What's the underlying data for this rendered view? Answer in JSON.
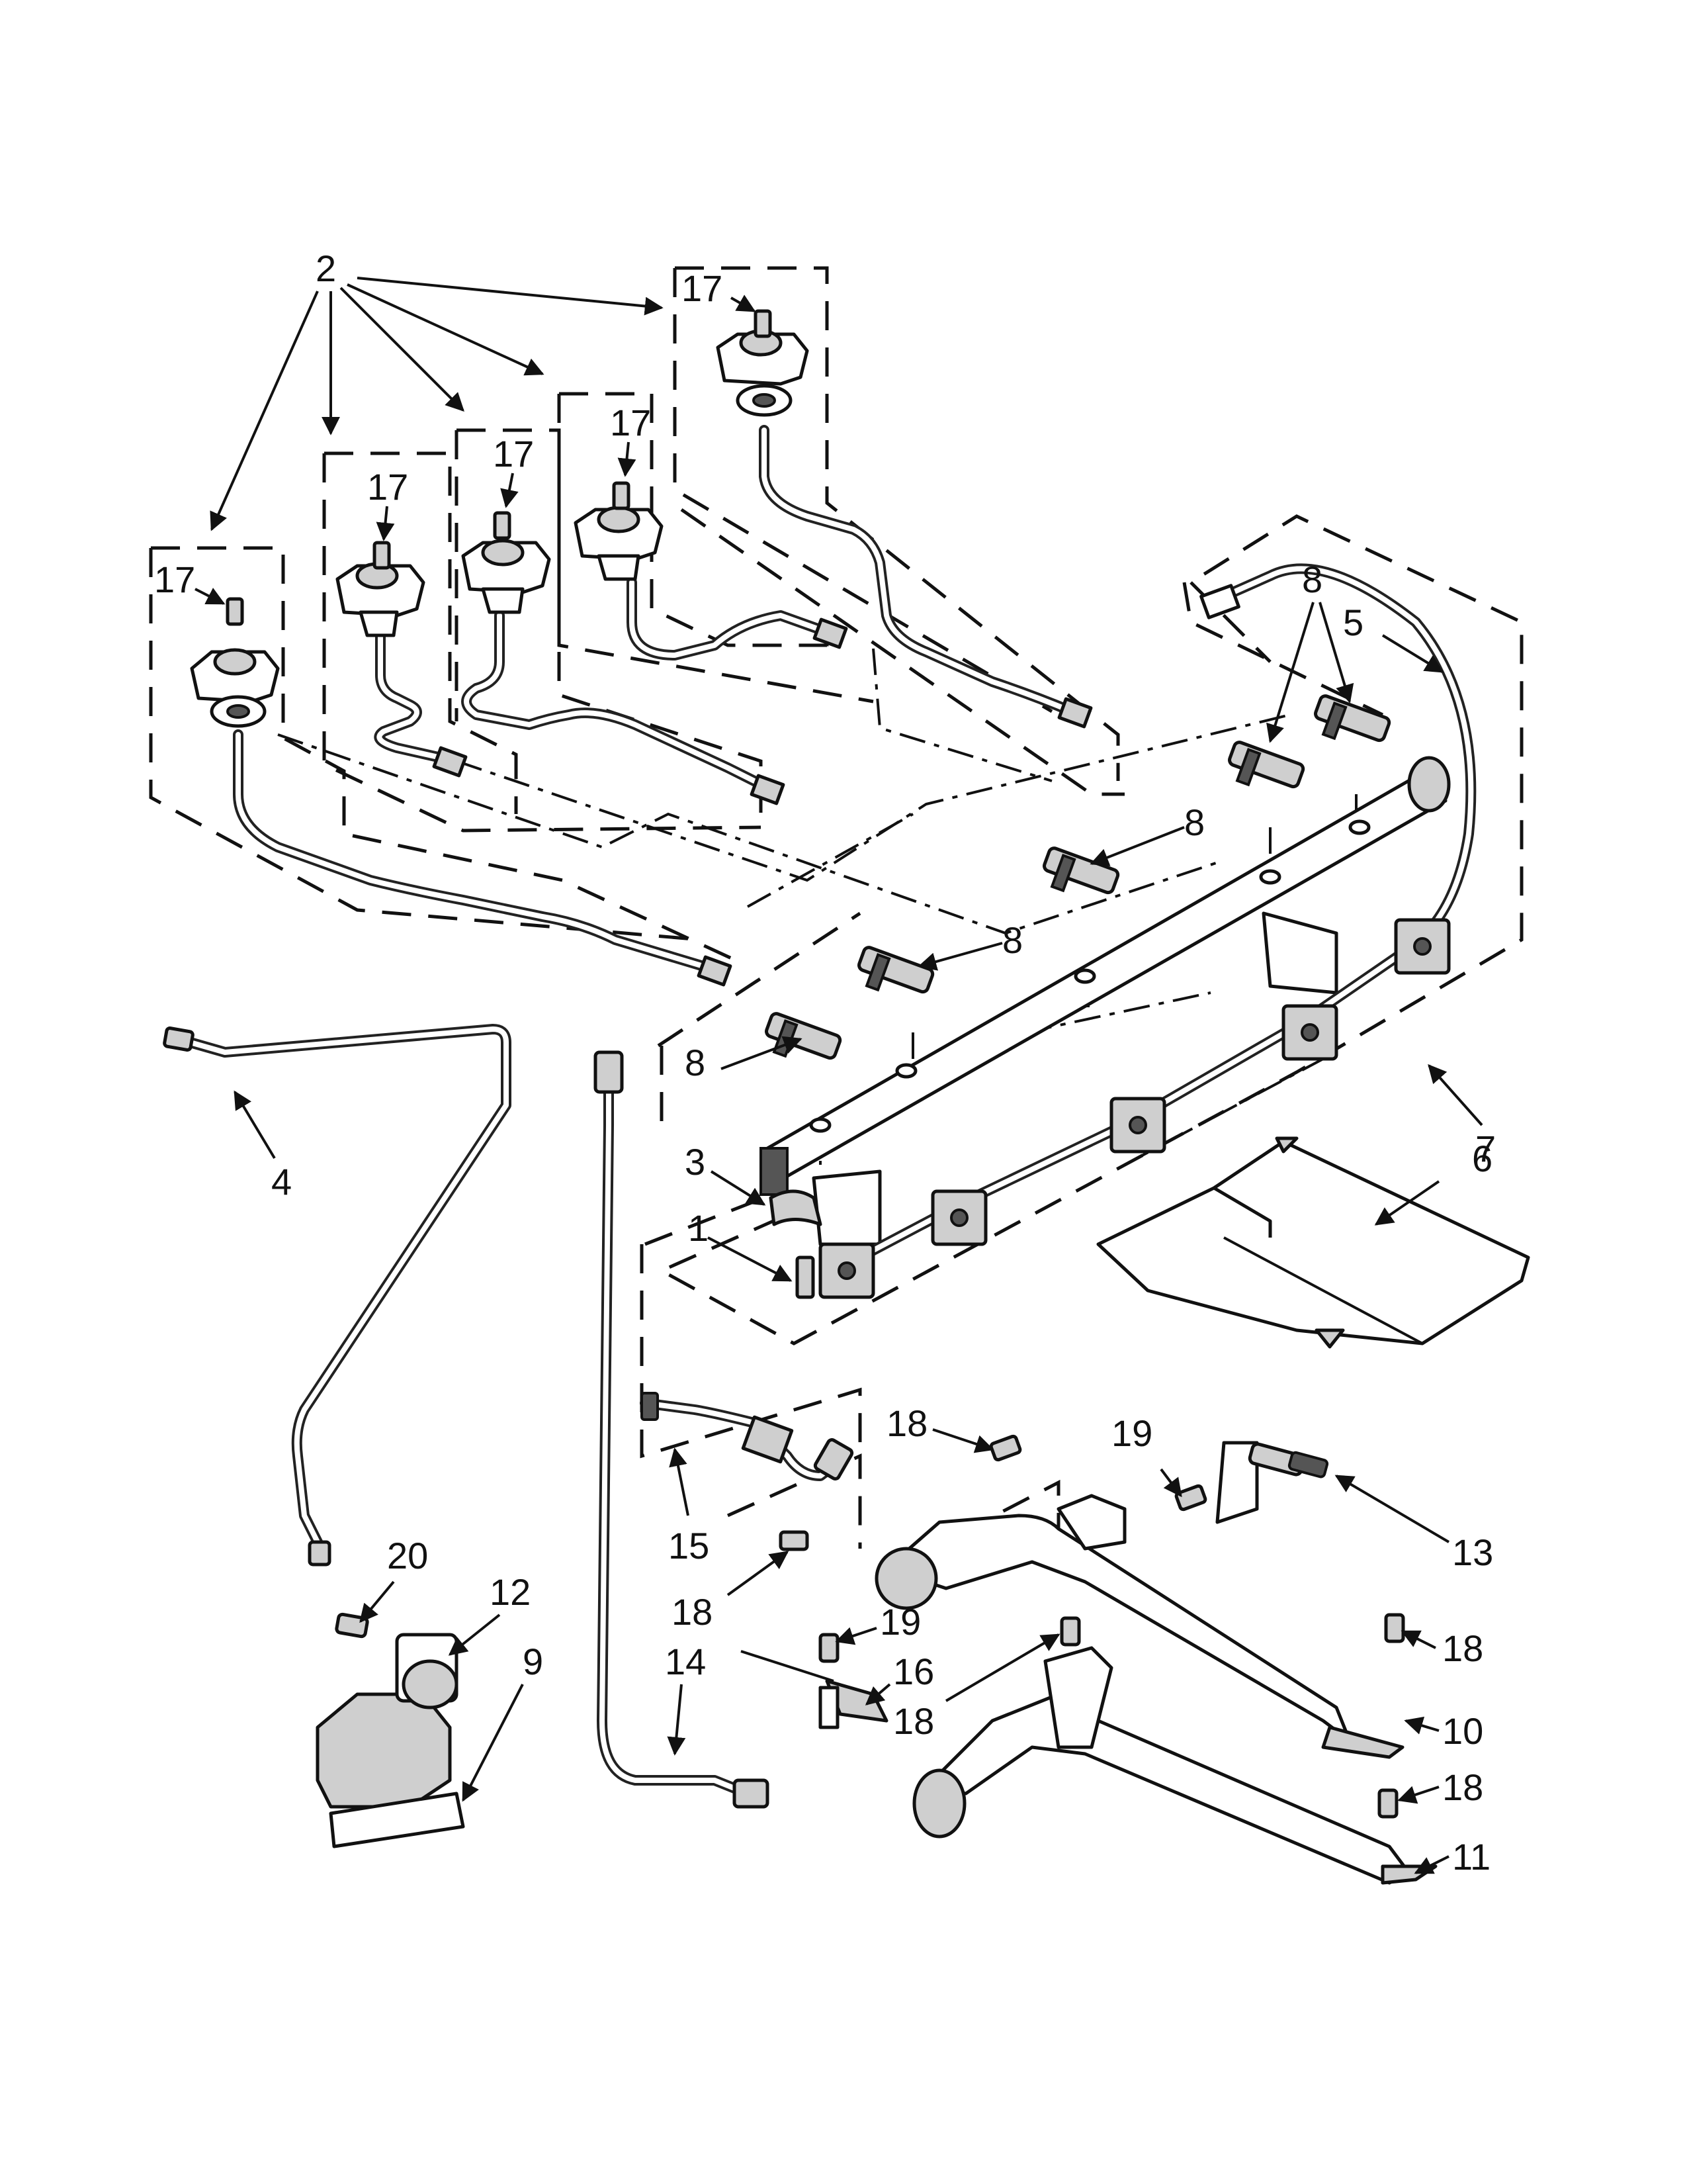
{
  "diagram": {
    "callouts": [
      {
        "id": "c2",
        "label": "2"
      },
      {
        "id": "c17a",
        "label": "17"
      },
      {
        "id": "c17b",
        "label": "17"
      },
      {
        "id": "c17c",
        "label": "17"
      },
      {
        "id": "c17d",
        "label": "17"
      },
      {
        "id": "c17e",
        "label": "17"
      },
      {
        "id": "c8a",
        "label": "8"
      },
      {
        "id": "c5",
        "label": "5"
      },
      {
        "id": "c8b",
        "label": "8"
      },
      {
        "id": "c8c",
        "label": "8"
      },
      {
        "id": "c8d",
        "label": "8"
      },
      {
        "id": "c7",
        "label": "7"
      },
      {
        "id": "c6",
        "label": "6"
      },
      {
        "id": "c4",
        "label": "4"
      },
      {
        "id": "c3",
        "label": "3"
      },
      {
        "id": "c1",
        "label": "1"
      },
      {
        "id": "c18a",
        "label": "18"
      },
      {
        "id": "c19a",
        "label": "19"
      },
      {
        "id": "c13",
        "label": "13"
      },
      {
        "id": "c15",
        "label": "15"
      },
      {
        "id": "c18b",
        "label": "18"
      },
      {
        "id": "c20",
        "label": "20"
      },
      {
        "id": "c12",
        "label": "12"
      },
      {
        "id": "c9",
        "label": "9"
      },
      {
        "id": "c14",
        "label": "14"
      },
      {
        "id": "c19b",
        "label": "19"
      },
      {
        "id": "c16",
        "label": "16"
      },
      {
        "id": "c18c",
        "label": "18"
      },
      {
        "id": "c18d",
        "label": "18"
      },
      {
        "id": "c10",
        "label": "10"
      },
      {
        "id": "c18e",
        "label": "18"
      },
      {
        "id": "c11",
        "label": "11"
      }
    ]
  }
}
